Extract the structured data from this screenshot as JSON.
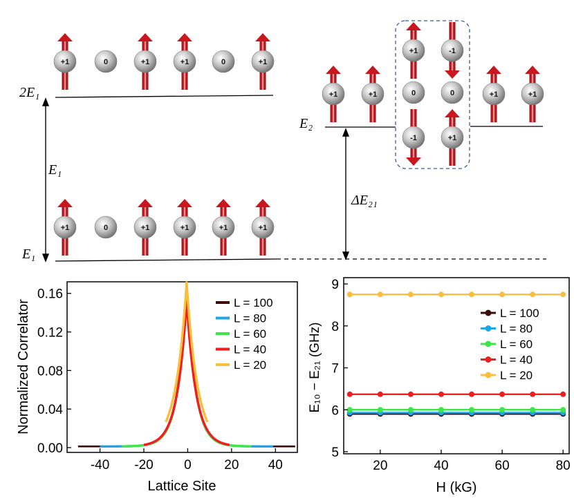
{
  "diagram": {
    "levels": {
      "two_e1": "2E₁",
      "e2": "E₂",
      "e1": "E₁",
      "gap_e1": "E₁",
      "gap_de21": "ΔE₂₁"
    },
    "configs": {
      "top_left": [
        "+1",
        "0",
        "+1",
        "+1",
        "0",
        "+1"
      ],
      "bottom_left": [
        "+1",
        "0",
        "+1",
        "+1",
        "+1",
        "+1"
      ],
      "right_outer": [
        "+1",
        "+1",
        "+1",
        "+1"
      ],
      "right_box_col1": [
        "+1",
        "0",
        "-1"
      ],
      "right_box_col2": [
        "-1",
        "0",
        "+1"
      ]
    },
    "colors": {
      "arrow": "#c8171e",
      "box_border": "#3a5a8c",
      "level_line": "#000000"
    }
  },
  "chart_data": [
    {
      "type": "line",
      "xlabel": "Lattice Site",
      "ylabel": "Normalized Correlator",
      "xlim": [
        -55,
        50
      ],
      "ylim": [
        -0.005,
        0.172
      ],
      "xticks": [
        -40,
        -20,
        0,
        20,
        40
      ],
      "yticks": [
        0.0,
        0.04,
        0.08,
        0.12,
        0.16
      ],
      "ytick_labels": [
        "0.00",
        "0.04",
        "0.08",
        "0.12",
        "0.16"
      ],
      "series": [
        {
          "name": "L = 100",
          "color": "#3b0c0c",
          "range": [
            -50,
            49
          ],
          "peak": 0.168,
          "decay": 4.0
        },
        {
          "name": "L = 80",
          "color": "#1ea6e8",
          "range": [
            -40,
            39
          ],
          "peak": 0.167,
          "decay": 4.0
        },
        {
          "name": "L = 60",
          "color": "#3ee64a",
          "range": [
            -30,
            29
          ],
          "peak": 0.166,
          "decay": 4.0
        },
        {
          "name": "L = 40",
          "color": "#f01e1e",
          "range": [
            -20,
            19
          ],
          "peak": 0.152,
          "decay": 4.3
        },
        {
          "name": "L = 20",
          "color": "#fbbd3c",
          "range": [
            -10,
            9
          ],
          "peak": 0.17,
          "decay": 5.0
        }
      ]
    },
    {
      "type": "line",
      "xlabel": "H (kG)",
      "ylabel": "E₁₀ − E₂₁ (GHz)",
      "xlim": [
        8,
        82
      ],
      "ylim": [
        4.95,
        9.15
      ],
      "xticks": [
        20,
        40,
        60,
        80
      ],
      "yticks": [
        5,
        6,
        7,
        8,
        9
      ],
      "x": [
        10,
        20,
        30,
        40,
        50,
        60,
        70,
        80
      ],
      "series": [
        {
          "name": "L = 100",
          "color": "#3b0c0c",
          "values": [
            5.9,
            5.9,
            5.9,
            5.9,
            5.9,
            5.9,
            5.9,
            5.9
          ]
        },
        {
          "name": "L = 80",
          "color": "#1ea6e8",
          "values": [
            5.93,
            5.93,
            5.93,
            5.93,
            5.93,
            5.93,
            5.93,
            5.93
          ]
        },
        {
          "name": "L = 60",
          "color": "#3ee64a",
          "values": [
            6.0,
            6.0,
            6.0,
            6.0,
            6.0,
            6.0,
            6.0,
            6.0
          ]
        },
        {
          "name": "L = 40",
          "color": "#f01e1e",
          "values": [
            6.37,
            6.37,
            6.37,
            6.37,
            6.37,
            6.37,
            6.37,
            6.37
          ]
        },
        {
          "name": "L = 20",
          "color": "#fbbd3c",
          "values": [
            8.75,
            8.75,
            8.75,
            8.75,
            8.75,
            8.75,
            8.75,
            8.75
          ]
        }
      ]
    }
  ]
}
